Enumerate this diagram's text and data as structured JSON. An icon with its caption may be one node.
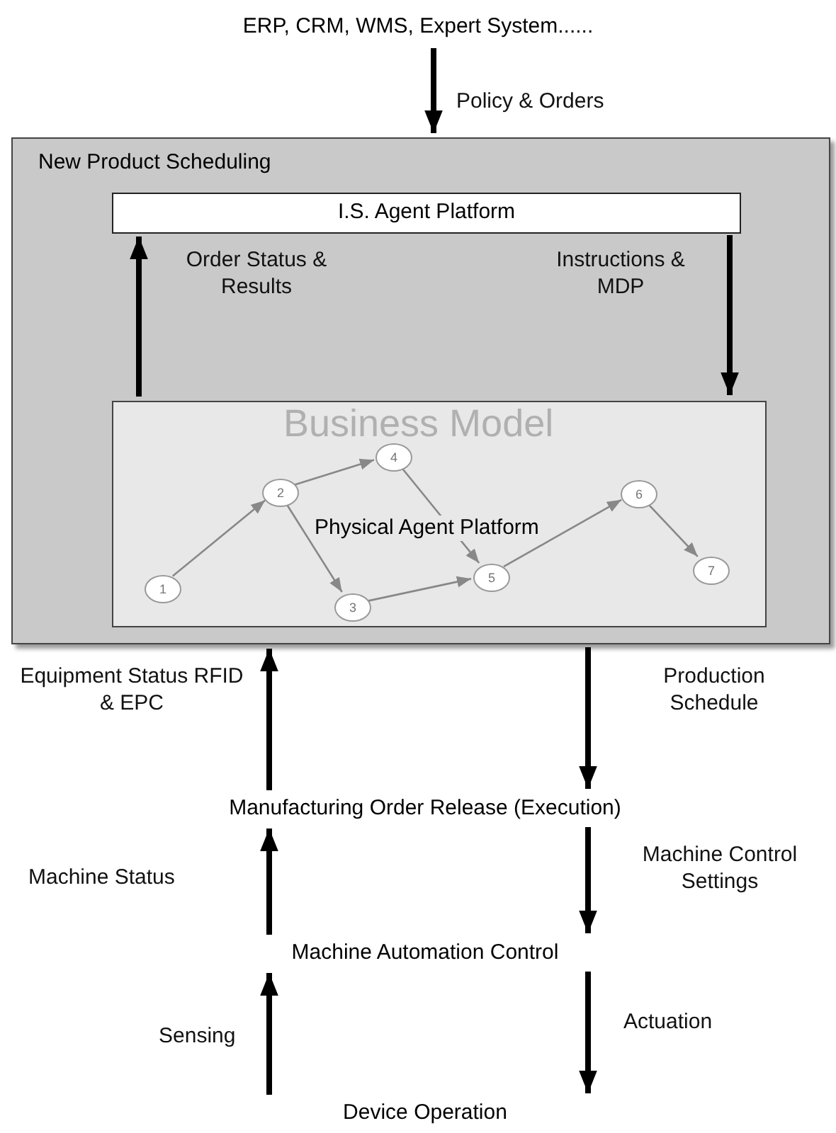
{
  "diagram": {
    "nodes": [
      {
        "text": [
          "ERP, CRM, WMS, Expert System......"
        ]
      },
      {
        "text": [
          "New Product Scheduling"
        ]
      },
      {
        "text": [
          "I.S. Agent Platform"
        ],
        "in": 1
      },
      {
        "text": [
          "Business Model",
          "Physical Agent Platform"
        ],
        "in": 1
      },
      {
        "text": [
          "1"
        ],
        "in": 3
      },
      {
        "text": [
          "2"
        ],
        "in": 3
      },
      {
        "text": [
          "3"
        ],
        "in": 3
      },
      {
        "text": [
          "4"
        ],
        "in": 3
      },
      {
        "text": [
          "5"
        ],
        "in": 3
      },
      {
        "text": [
          "6"
        ],
        "in": 3
      },
      {
        "text": [
          "7"
        ],
        "in": 3
      },
      {
        "text": [
          "Manufacturing Order Release (Execution)"
        ]
      },
      {
        "text": [
          "Machine Automation Control"
        ]
      },
      {
        "text": [
          "Device Operation"
        ]
      }
    ],
    "edges": [
      {
        "from": 0,
        "to": 1,
        "arrow": "to",
        "label": "Policy & Orders"
      },
      {
        "from": 3,
        "to": 2,
        "arrow": "to",
        "label": "Order Status & Results"
      },
      {
        "from": 2,
        "to": 3,
        "arrow": "to",
        "label": "Instructions & MDP"
      },
      {
        "from": 4,
        "to": 5,
        "arrow": "to",
        "color": "#888888"
      },
      {
        "from": 5,
        "to": 7,
        "arrow": "to",
        "color": "#888888"
      },
      {
        "from": 5,
        "to": 6,
        "arrow": "to",
        "color": "#888888"
      },
      {
        "from": 7,
        "to": 8,
        "arrow": "to",
        "color": "#888888"
      },
      {
        "from": 6,
        "to": 8,
        "arrow": "to",
        "color": "#888888"
      },
      {
        "from": 8,
        "to": 9,
        "arrow": "to",
        "color": "#888888"
      },
      {
        "from": 9,
        "to": 10,
        "arrow": "to",
        "color": "#888888"
      },
      {
        "from": 11,
        "to": 1,
        "arrow": "to",
        "label": "Equipment Status RFID & EPC"
      },
      {
        "from": 1,
        "to": 11,
        "arrow": "to",
        "label": "Production Schedule"
      },
      {
        "from": 12,
        "to": 11,
        "arrow": "to",
        "label": "Machine Status"
      },
      {
        "from": 11,
        "to": 12,
        "arrow": "to",
        "label": "Machine Control Settings"
      },
      {
        "from": 13,
        "to": 12,
        "arrow": "to",
        "label": "Sensing"
      },
      {
        "from": 12,
        "to": 13,
        "arrow": "to",
        "label": "Actuation"
      }
    ]
  }
}
